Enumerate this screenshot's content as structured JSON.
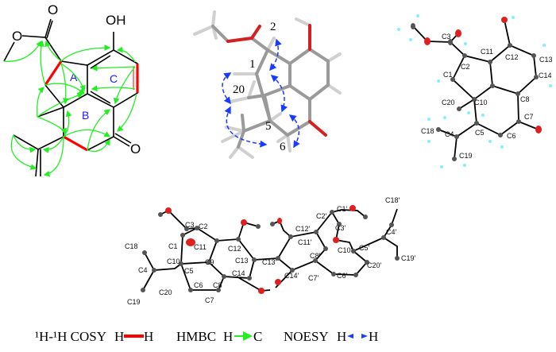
{
  "figure": {
    "structure_2d": {
      "atoms": {
        "carbonyl_o": "O",
        "ester_o": "O",
        "hydroxyl": "OH",
        "ketone_o": "O"
      },
      "rings": [
        "A",
        "B",
        "C"
      ]
    },
    "noesy_model": {
      "numbers": [
        "2",
        "1",
        "20",
        "5",
        "6"
      ]
    },
    "ortep_monomer": {
      "labels": [
        "C3",
        "C2",
        "C1",
        "C11",
        "C12",
        "C13",
        "C14",
        "C8",
        "C10",
        "C20",
        "C18",
        "C4",
        "C5",
        "C6",
        "C7",
        "C19"
      ]
    },
    "ortep_dimer": {
      "labels": [
        "C3",
        "C2",
        "C1",
        "C11",
        "C18",
        "C10",
        "C4",
        "C5",
        "C9",
        "C12",
        "C13",
        "C14",
        "C6",
        "C8",
        "C20",
        "C19",
        "C7",
        "C13'",
        "C12'",
        "C11'",
        "C2'",
        "C1'",
        "C3'",
        "C10'",
        "C5'",
        "C4'",
        "C18'",
        "C19'",
        "C20'",
        "C8'",
        "C14'",
        "C7'",
        "C6'"
      ]
    },
    "legend": {
      "cosy_label": "¹H-¹H COSY",
      "cosy_h1": "H",
      "cosy_h2": "H",
      "hmbc_label": "HMBC",
      "hmbc_h": "H",
      "hmbc_c": "C",
      "noesy_label": "NOESY",
      "noesy_h1": "H",
      "noesy_h2": "H"
    },
    "colors": {
      "cosy": "#ff0000",
      "hmbc": "#22ee22",
      "noesy": "#1a3aff",
      "oxygen": "#d42020"
    }
  }
}
